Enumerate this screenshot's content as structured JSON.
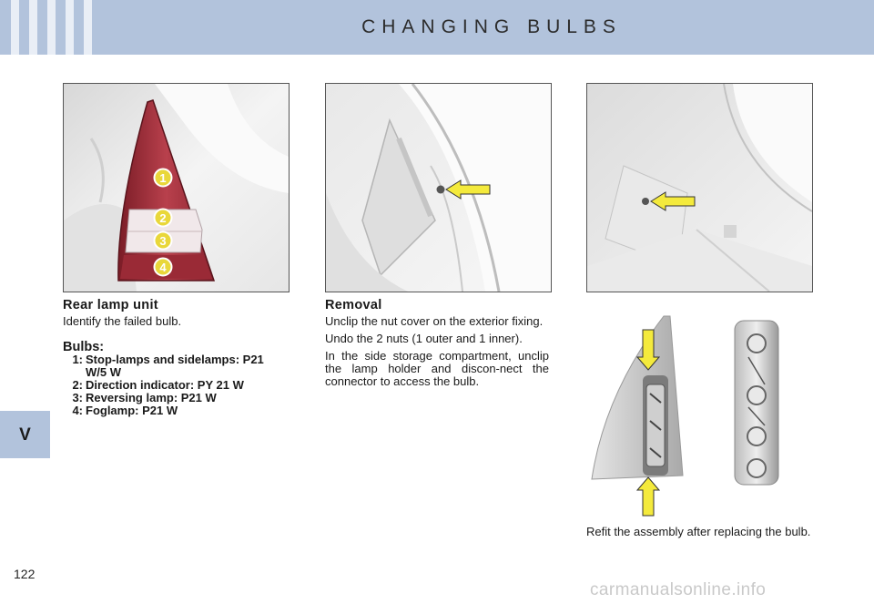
{
  "header": {
    "title": "CHANGING BULBS"
  },
  "section_tab": "V",
  "page_number": "122",
  "watermark": "carmanualsonline.info",
  "rear_lamp": {
    "heading": "Rear lamp unit",
    "intro": "Identify the failed bulb.",
    "bulbs_heading": "Bulbs:",
    "bulbs": [
      {
        "num": "1:",
        "text": "Stop-lamps and sidelamps: P21 W/5 W"
      },
      {
        "num": "2:",
        "text": "Direction indicator: PY 21 W"
      },
      {
        "num": "3:",
        "text": "Reversing lamp: P21 W"
      },
      {
        "num": "4:",
        "text": "Foglamp: P21 W"
      }
    ],
    "callouts": [
      "1",
      "2",
      "3",
      "4"
    ]
  },
  "removal": {
    "heading": "Removal",
    "paragraphs": [
      "Unclip the nut cover on the exterior fixing.",
      "Undo the 2 nuts (1 outer and 1 inner).",
      "In the side storage compartment, unclip the lamp holder and discon-nect the connector to access the bulb."
    ]
  },
  "refit": {
    "text": "Refit the assembly after replacing the bulb."
  },
  "colors": {
    "header_bg": "#b2c3dc",
    "arrow_fill": "#f4ea3c",
    "callout_fill": "#e9d73a",
    "lamp_red": "#a8303c"
  }
}
